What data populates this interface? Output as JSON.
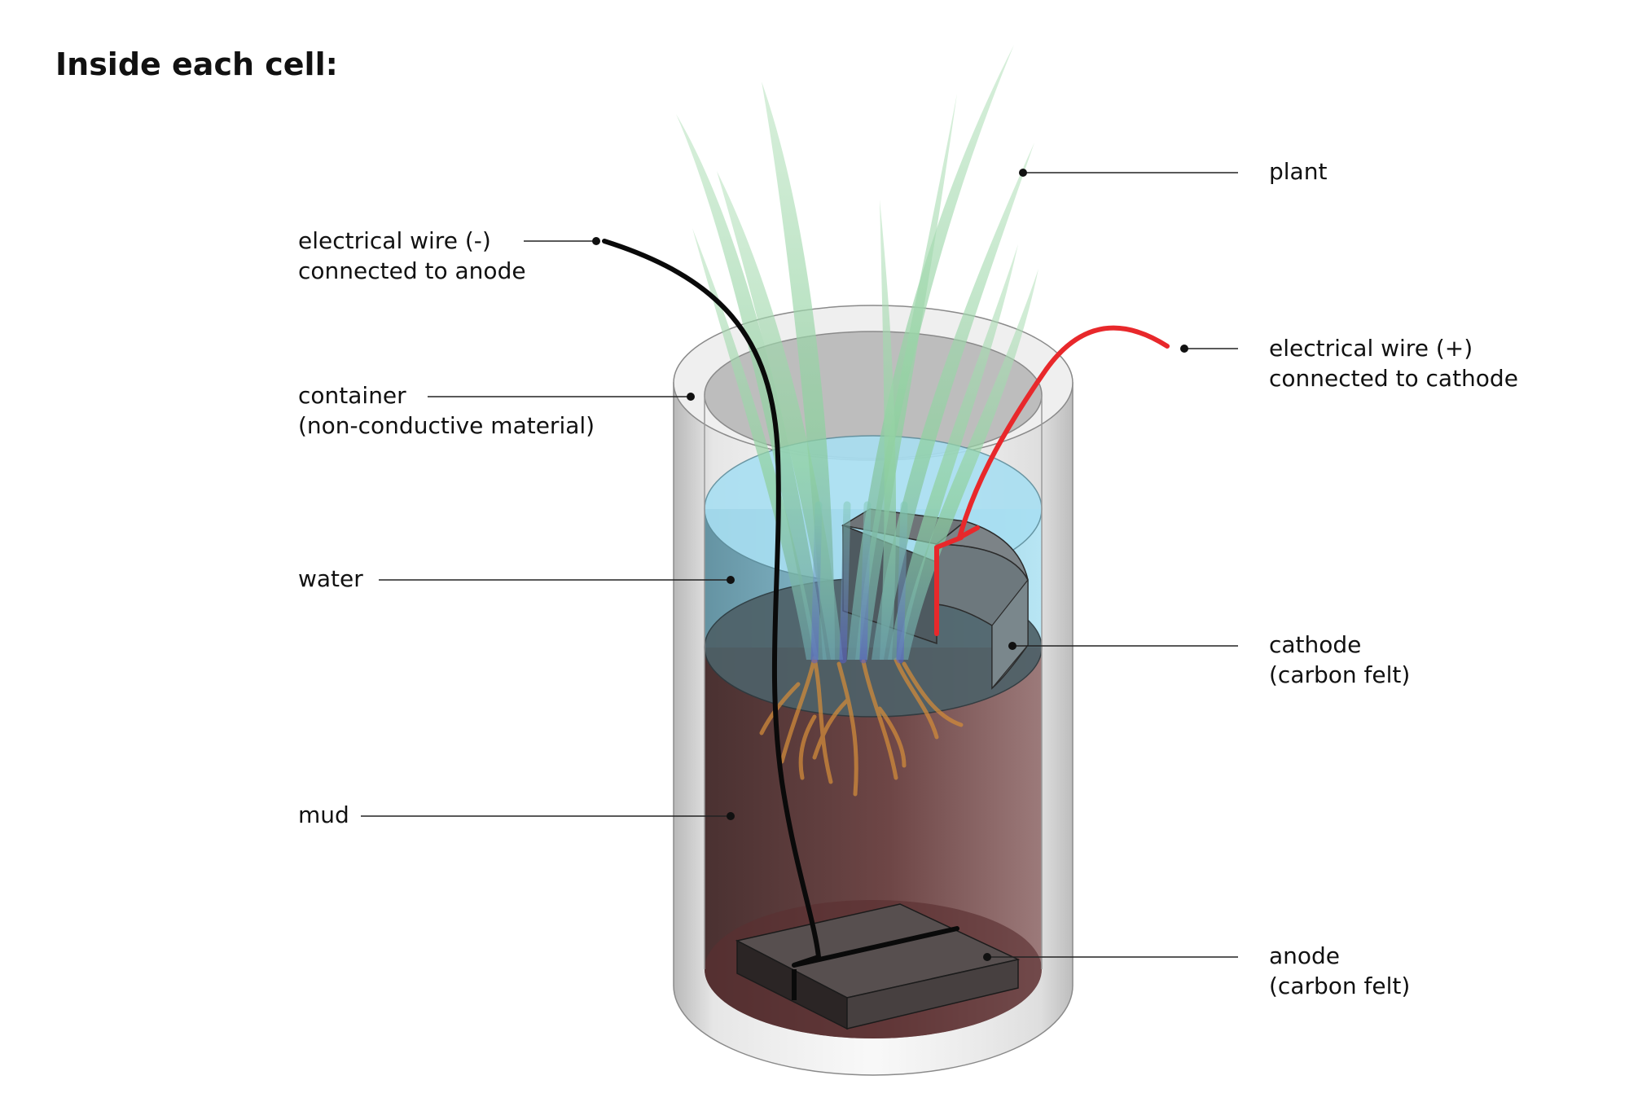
{
  "title": "Inside each cell:",
  "labels": {
    "plant": [
      "plant"
    ],
    "wire_neg": [
      "electrical wire (-)",
      "connected to anode"
    ],
    "wire_pos": [
      "electrical wire (+)",
      "connected to cathode"
    ],
    "container": [
      "container",
      "(non-conductive material)"
    ],
    "water": [
      "water"
    ],
    "cathode": [
      "cathode",
      "(carbon felt)"
    ],
    "mud": [
      "mud"
    ],
    "anode": [
      "anode",
      "(carbon felt)"
    ]
  },
  "colors": {
    "wire_negative": "#0a0a0a",
    "wire_positive": "#e8282b",
    "water": "#9fdcf2",
    "mud": "#6b3f3f",
    "plant": "#9fd6a8",
    "roots": "#d08a3a",
    "electrode": "#3a3535"
  }
}
